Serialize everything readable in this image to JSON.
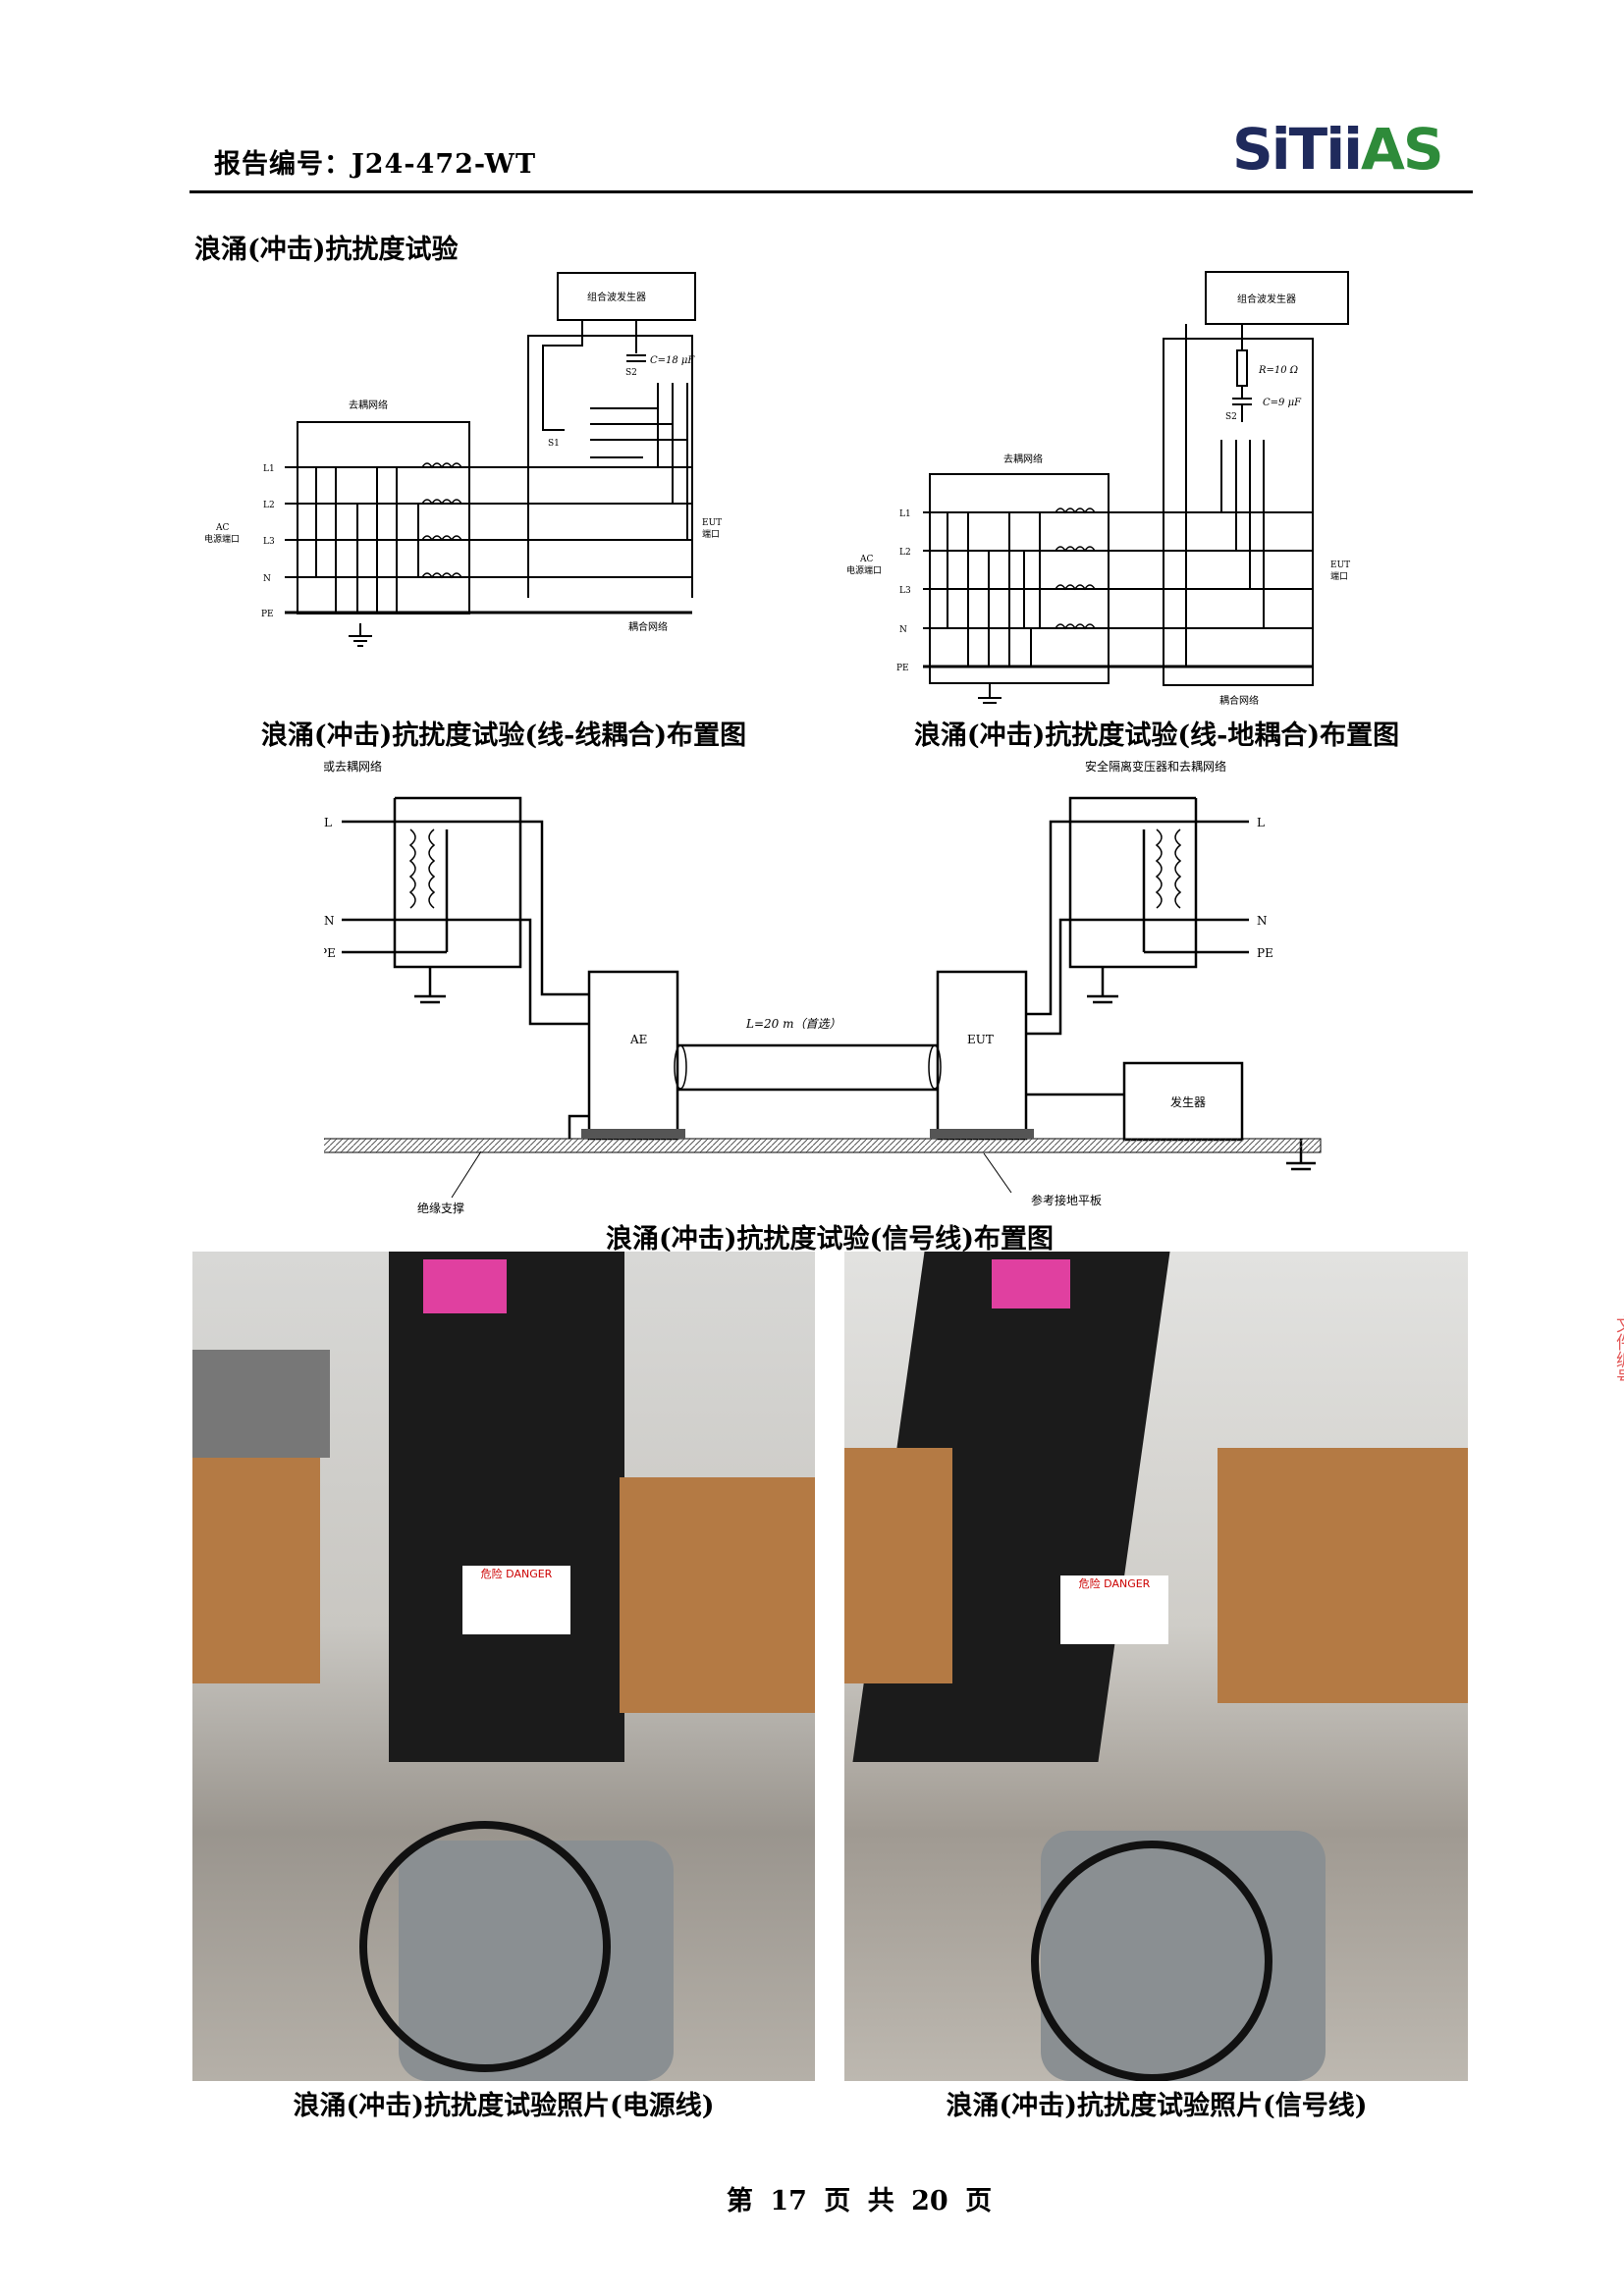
{
  "header": {
    "report_no": "报告编号：J24-472-WT",
    "logo_text_main": "SiTii",
    "logo_text_accent": "AS"
  },
  "section_title": "浪涌(冲击)抗扰度试验",
  "diagram_line_line": {
    "caption": "浪涌(冲击)抗扰度试验(线-线耦合)布置图",
    "generator": "组合波发生器",
    "capacitor": "C=18 μF",
    "decoupling": "去耦网络",
    "coupling": "耦合网络",
    "ac_port": [
      "AC",
      "电源端口"
    ],
    "eut_port": [
      "EUT",
      "端口"
    ],
    "lines": [
      "L1",
      "L2",
      "L3",
      "N",
      "PE"
    ],
    "s1": "S1",
    "s2": "S2"
  },
  "diagram_line_ground": {
    "caption": "浪涌(冲击)抗扰度试验(线-地耦合)布置图",
    "generator": "组合波发生器",
    "resistor": "R=10 Ω",
    "capacitor": "C=9 μF",
    "decoupling": "去耦网络",
    "coupling": "耦合网络",
    "ac_port": [
      "AC",
      "电源端口"
    ],
    "eut_port": [
      "EUT",
      "端口"
    ],
    "lines": [
      "L1",
      "L2",
      "L3",
      "N",
      "PE"
    ],
    "s2": "S2"
  },
  "diagram_signal": {
    "caption": "浪涌(冲击)抗扰度试验(信号线)布置图",
    "left_title": "安全隔离变压器或去耦网络",
    "right_title": "安全隔离变压器和去耦网络",
    "ae": "AE",
    "eut": "EUT",
    "cable": "L=20 m（首选）",
    "generator": "发生器",
    "insulation": "绝缘支撑",
    "ground_plane": "参考接地平板",
    "left_labels": [
      "L",
      "N",
      "PE"
    ],
    "right_labels": [
      "L",
      "N",
      "PE"
    ]
  },
  "photos": [
    {
      "caption": "浪涌(冲击)抗扰度试验照片(电源线)",
      "sign": "危险 DANGER"
    },
    {
      "caption": "浪涌(冲击)抗扰度试验照片(信号线)",
      "sign": "危险 DANGER"
    }
  ],
  "footer": {
    "page": "第 17 页  共 20 页"
  },
  "side_mark": "文件编号"
}
